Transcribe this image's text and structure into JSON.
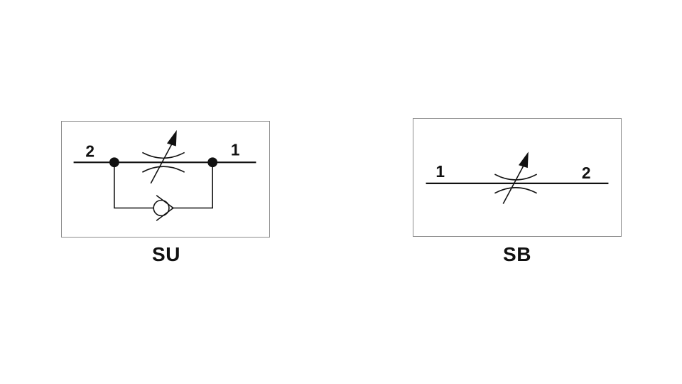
{
  "symbols": [
    {
      "caption": "SU",
      "port_left": "2",
      "port_right": "1",
      "elements": [
        "adjustable-throttle-icon",
        "check-valve-icon",
        "junction-dot"
      ]
    },
    {
      "caption": "SB",
      "port_left": "1",
      "port_right": "2",
      "elements": [
        "adjustable-throttle-icon"
      ]
    }
  ],
  "colors": {
    "line": "#111111",
    "frame": "#8c8c8c",
    "background": "#ffffff"
  }
}
